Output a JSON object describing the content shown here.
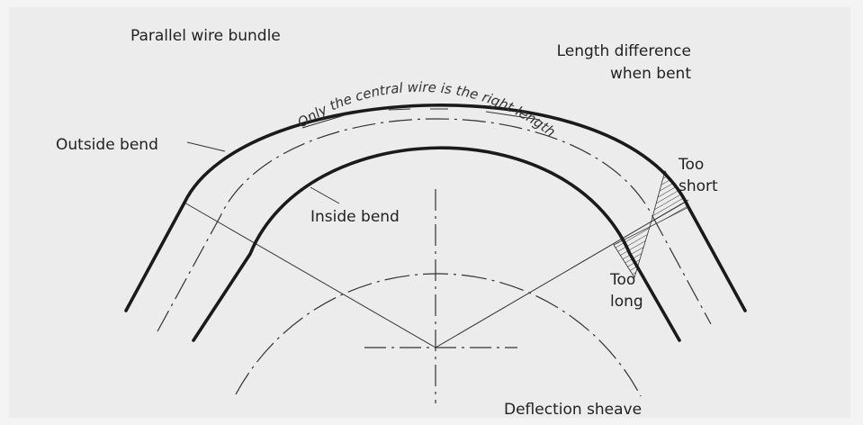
{
  "title": "Parallel wire bundle",
  "labels": {
    "length_difference_line1": "Length difference",
    "length_difference_line2": "when bent",
    "outside_bend": "Outside bend",
    "inside_bend": "Inside bend",
    "central_wire_note": "Only the central wire is the right length",
    "too_short_line1": "Too",
    "too_short_line2": "short",
    "too_long_line1": "Too",
    "too_long_line2": "long",
    "deflection_sheave": "Deflection sheave"
  },
  "colors": {
    "background": "#ececec",
    "line": "#222222"
  }
}
